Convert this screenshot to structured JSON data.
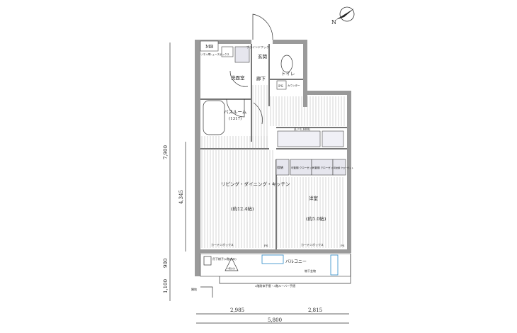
{
  "rooms": {
    "mb": "MB",
    "linen": "リネン庫",
    "shoe_box": "シューズボックス",
    "blind_hook": "ブラインドフック",
    "entrance": "玄関",
    "toilet": "トイレ",
    "washroom": "洗面室",
    "hallway": "廊下",
    "ps": "PS",
    "counter": "カウンター",
    "bath": "バスルーム",
    "bath_size": "(1317)",
    "ldk": "リビング・ダイニング・キッチン",
    "ldk_size": "(約12.4帖)",
    "kitchen_len": "(L=1,800)",
    "storage": "収納",
    "closet1": "可動棚 クローゼット",
    "closet2": "可動棚 クローゼット",
    "closet3": "可動棚 クローゼット",
    "western": "洋室",
    "western_size": "(約5.0帖)",
    "curtain_box1": "カーテンボックス",
    "curtain_box2": "カーテンボックス",
    "ps2": "PS",
    "ps3": "PS",
    "balcony": "バルコニー",
    "hatch": "吊下梯子(2階のみ)",
    "hatch2": "2階のみ",
    "drying": "物干金物",
    "railing_note": "2階耐体手摺・3階ルーバー手摺",
    "side_note": "隣地"
  },
  "dimensions": {
    "total_depth": "7,900",
    "room_depth": "4,345",
    "balcony_depth": "900",
    "lower_depth": "1,100",
    "left_width": "2,985",
    "right_width": "2,815",
    "total_width": "5,800"
  },
  "compass": "N"
}
